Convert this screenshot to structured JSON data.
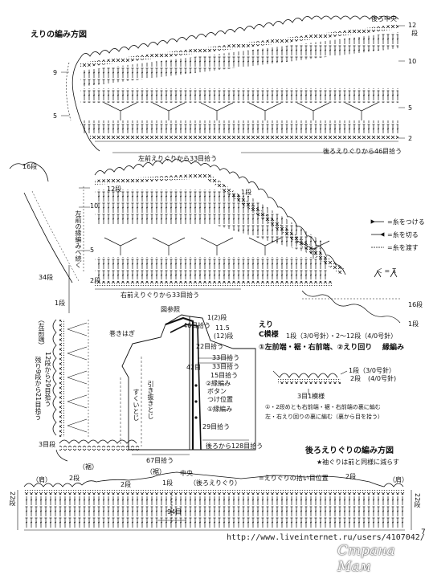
{
  "collar": {
    "title": "えりの編み方図",
    "back_center": "後ろ中央",
    "rows_right": [
      "12",
      "10",
      "5",
      "2"
    ],
    "rows_left": [
      "9",
      "5"
    ],
    "dan": "段",
    "pickup_left": "左前えりぐりから33目拾う",
    "pickup_right": "後ろえりぐりから46目拾う",
    "row16": "16段",
    "row12": "12段",
    "row10": "10",
    "row5": "5",
    "row2": "2段",
    "row1": "1段",
    "pickup_right_front": "右前えりぐりから33目拾う",
    "front_note": "左前の縁編みへ続く"
  },
  "legend": {
    "attach": "=糸をつける",
    "cut": "=糸を切る",
    "pass": "=糸を渡す",
    "symbol_note": "＜ = ⊼"
  },
  "side": {
    "row34": "34段",
    "row1": "1段",
    "left_front": "（左前端）",
    "count": "12段から29目拾う",
    "count2": "残り9段から21目拾う",
    "row3": "3目段",
    "hem": "（裾）",
    "row16": "16段",
    "row1_right": "1段"
  },
  "schematic": {
    "see": "図参照",
    "wrap": "巻きはぎ",
    "pickup46": "46目拾う",
    "pickup33a": "33目拾う",
    "pickup33b": "33目拾う",
    "pickup42": "42目",
    "pickup15": "15目拾う",
    "border_a": "②縁編み",
    "button": "ボタン",
    "button_pos": "つけ位置",
    "border_b": "①縁編み",
    "row_r": "1(2)段",
    "row_115": "11.5",
    "row_12": "(12)段",
    "row_22": "22目拾う",
    "pick_back": "後ろから128目拾う",
    "pick_67": "67目拾う",
    "pick_29": "29目拾う",
    "draw": "引き抜きとじ",
    "straight": "すくいとじ",
    "hem_row": "（裾）"
  },
  "notes": {
    "eri": "えり",
    "pattern": "C模様",
    "pattern_rows": "1段（3/0号針）・2～12段（4/0号針）",
    "step1": "①左前端・裾・右前端、②えり回り",
    "border": "縁編み",
    "row1_hook": "1段（3/0号針）",
    "row2_hook": "(4/0号針)",
    "row2": "2段",
    "chain3": "3目1模様",
    "note1": "①・2段めとも右前端・裾・右前端の裏に編む",
    "note2": "左・右えり回りの裏に編む（裏から目を拾う）"
  },
  "back_neck": {
    "title": "後ろえりぐりの編み方図",
    "note": "★袖ぐりは前と同様に減らす",
    "shoulder_l": "（肩）",
    "shoulder_r": "（肩）",
    "row2a": "2段",
    "row2b": "2段",
    "row2c": "2段",
    "center": "中央",
    "row1": "1段",
    "back_neck_label": "（後ろえりぐり）",
    "pick_note": "=えりぐりの拾い目位置",
    "left22": "22段",
    "right22": "22段",
    "count94": "94目"
  },
  "footer": {
    "url": "http://www.liveinternet.ru/users/4107042/",
    "page": "7",
    "watermark": "Страна Мам"
  }
}
